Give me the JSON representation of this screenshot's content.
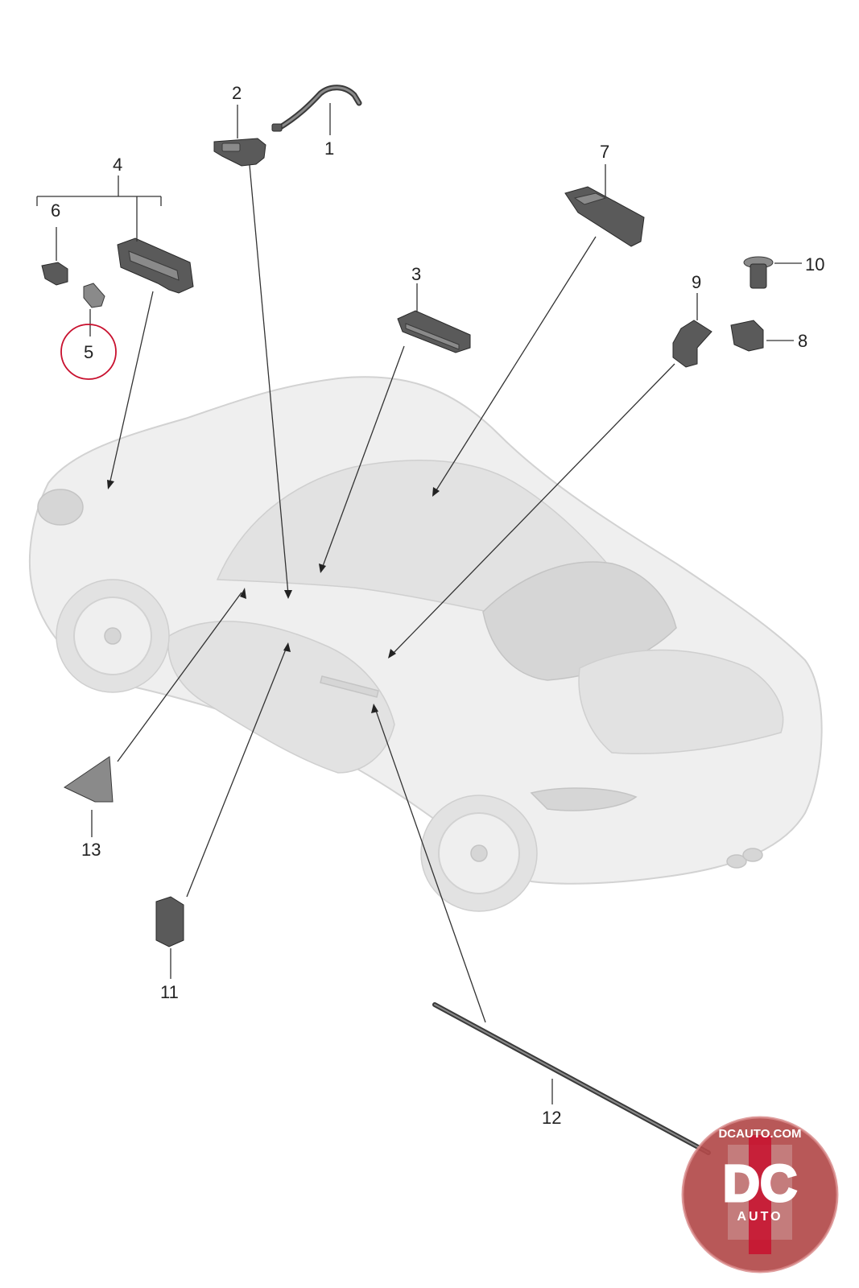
{
  "callouts": {
    "c1": "1",
    "c2": "2",
    "c3": "3",
    "c4": "4",
    "c5": "5",
    "c6": "6",
    "c7": "7",
    "c8": "8",
    "c9": "9",
    "c10": "10",
    "c11": "11",
    "c12": "12",
    "c13": "13"
  },
  "highlight_color": "#c8102e",
  "watermark": {
    "site": "DCAUTO.COM",
    "mark": "DC",
    "word": "AUTO"
  }
}
